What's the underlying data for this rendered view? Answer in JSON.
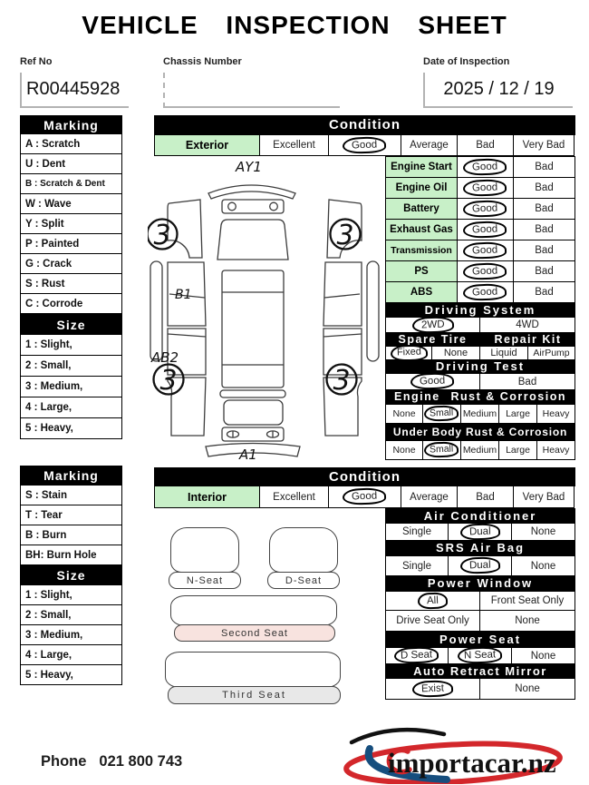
{
  "title": "VEHICLE INSPECTION SHEET",
  "header_fields": {
    "ref_no_label": "Ref No",
    "ref_no_value": "R00445928",
    "chassis_label": "Chassis Number",
    "chassis_value": "",
    "date_label": "Date of Inspection",
    "date_value": "2025 / 12 / 19"
  },
  "exterior_legend": {
    "marking_header": "Marking",
    "marking_items": [
      "A : Scratch",
      "U : Dent",
      "B : Scratch & Dent",
      "W : Wave",
      "Y : Split",
      "P : Painted",
      "G : Crack",
      "S : Rust",
      "C : Corrode"
    ],
    "size_header": "Size",
    "size_items": [
      "1 : Slight,",
      "2 : Small,",
      "3 : Medium,",
      "4 : Large,",
      "5 : Heavy,"
    ]
  },
  "interior_legend": {
    "marking_header": "Marking",
    "marking_items": [
      "S : Stain",
      "T : Tear",
      "B : Burn",
      "BH: Burn Hole"
    ],
    "size_header": "Size",
    "size_items": [
      "1 : Slight,",
      "2 : Small,",
      "3 : Medium,",
      "4 : Large,",
      "5 : Heavy,"
    ]
  },
  "exterior_condition": {
    "header": "Condition",
    "row_label": "Exterior",
    "options": [
      "Excellent",
      "Good",
      "Average",
      "Bad",
      "Very Bad"
    ],
    "selected": "Good"
  },
  "equipment": {
    "rows": [
      {
        "label": "Engine Start",
        "options": [
          "Good",
          "Bad"
        ],
        "selected": "Good"
      },
      {
        "label": "Engine Oil",
        "options": [
          "Good",
          "Bad"
        ],
        "selected": "Good"
      },
      {
        "label": "Battery",
        "options": [
          "Good",
          "Bad"
        ],
        "selected": "Good"
      },
      {
        "label": "Exhaust Gas",
        "options": [
          "Good",
          "Bad"
        ],
        "selected": "Good"
      },
      {
        "label": "Transmission",
        "options": [
          "Good",
          "Bad"
        ],
        "selected": "Good"
      },
      {
        "label": "PS",
        "options": [
          "Good",
          "Bad"
        ],
        "selected": "Good"
      },
      {
        "label": "ABS",
        "options": [
          "Good",
          "Bad"
        ],
        "selected": "Good"
      }
    ]
  },
  "driving_system": {
    "header": "Driving System",
    "options": [
      "2WD",
      "4WD"
    ],
    "selected": "2WD"
  },
  "spare_tire_repair_kit": {
    "left_header": "Spare Tire",
    "right_header": "Repair Kit",
    "options": [
      "Fixed",
      "None",
      "Liquid",
      "AirPump"
    ],
    "selected": "Fixed"
  },
  "driving_test": {
    "header": "Driving Test",
    "options": [
      "Good",
      "Bad"
    ],
    "selected": "Good"
  },
  "engine_rust": {
    "header_left": "Engine",
    "header_right": "Rust & Corrosion",
    "options": [
      "None",
      "Small",
      "Medium",
      "Large",
      "Heavy"
    ],
    "selected": "Small"
  },
  "under_body_rust": {
    "header": "Under Body Rust & Corrosion",
    "options": [
      "None",
      "Small",
      "Medium",
      "Large",
      "Heavy"
    ],
    "selected": "Small"
  },
  "interior_condition": {
    "header": "Condition",
    "row_label": "Interior",
    "options": [
      "Excellent",
      "Good",
      "Average",
      "Bad",
      "Very Bad"
    ],
    "selected": "Good"
  },
  "air_conditioner": {
    "header": "Air Conditioner",
    "options": [
      "Single",
      "Dual",
      "None"
    ],
    "selected": "Dual"
  },
  "srs_air_bag": {
    "header": "SRS Air Bag",
    "options": [
      "Single",
      "Dual",
      "None"
    ],
    "selected": "Dual"
  },
  "power_window": {
    "header": "Power Window",
    "options": [
      "All",
      "Front Seat Only",
      "Drive Seat Only",
      "None"
    ],
    "selected": "All"
  },
  "power_seat": {
    "header": "Power Seat",
    "options": [
      "D Seat",
      "N Seat",
      "None"
    ],
    "selected": [
      "D Seat",
      "N Seat"
    ]
  },
  "auto_retract_mirror": {
    "header": "Auto Retract Mirror",
    "options": [
      "Exist",
      "None"
    ],
    "selected": "Exist"
  },
  "car_diagram": {
    "front_mark": "AY1",
    "left_front_door_mark": "B1",
    "left_rear_mark": "AB2",
    "rear_mark": "A1",
    "wheel_marks": [
      "3",
      "3",
      "3",
      "3"
    ]
  },
  "seat_diagram": {
    "n_seat": "N-Seat",
    "d_seat": "D-Seat",
    "second_seat": "Second Seat",
    "third_seat": "Third Seat"
  },
  "footer": {
    "phone_label": "Phone",
    "phone_number": "021 800 743",
    "logo_text": "importacar.nz"
  },
  "colors": {
    "cell_green": "#c8f0c8",
    "seat_pink": "#f8e3df",
    "seat_gray": "#e8e8e8",
    "logo_red": "#d3272b",
    "logo_blue": "#164e7e",
    "header_black": "#000000"
  }
}
